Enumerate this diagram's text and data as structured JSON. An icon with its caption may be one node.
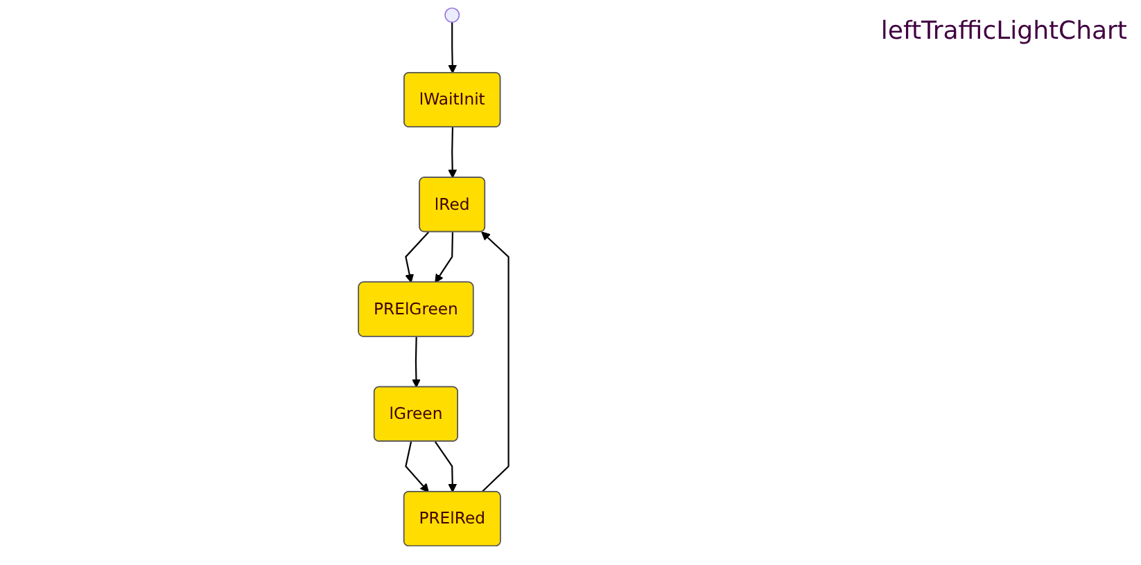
{
  "diagram": {
    "nodes": [
      {
        "text": [],
        "shape": "circle"
      },
      {
        "text": [
          "lWaitInit"
        ]
      },
      {
        "text": [
          "lRed"
        ]
      },
      {
        "text": [
          "PRElGreen"
        ]
      },
      {
        "text": [
          "lGreen"
        ]
      },
      {
        "text": [
          "PRElRed"
        ]
      }
    ],
    "edges": [
      {
        "from": 0,
        "to": 1,
        "arrow": "to"
      },
      {
        "from": 1,
        "to": 2,
        "arrow": "to"
      },
      {
        "from": 2,
        "to": 3,
        "arrow": "to"
      },
      {
        "from": 2,
        "to": 3,
        "arrow": "to"
      },
      {
        "from": 3,
        "to": 4,
        "arrow": "to"
      },
      {
        "from": 4,
        "to": 5,
        "arrow": "to"
      },
      {
        "from": 4,
        "to": 5,
        "arrow": "to"
      },
      {
        "from": 5,
        "to": 2,
        "arrow": "to"
      }
    ],
    "labels": [
      "leftTrafficLightChart"
    ]
  }
}
